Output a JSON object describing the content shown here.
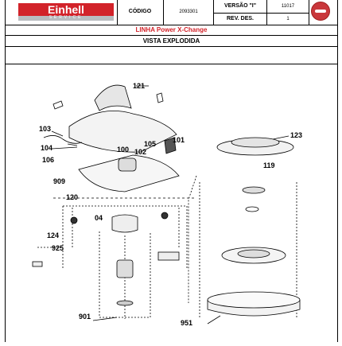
{
  "header": {
    "logo_text": "Einhell",
    "logo_sub": "SERVICE",
    "codigo_label": "CÓDIGO",
    "codigo_value": "2093301",
    "versao_label": "VERSÃO \"I\"",
    "versao_value": "11017",
    "rev_label": "REV. DES.",
    "rev_value": "1"
  },
  "title_line": "LINHA Power X-Change",
  "title_view": "VISTA EXPLODIDA",
  "parts": {
    "p121": "121",
    "p103": "103",
    "p104": "104",
    "p106": "106",
    "p105": "105",
    "p101": "101",
    "p100": "100",
    "p102": "102",
    "p909": "909",
    "p120": "120",
    "p04": "04",
    "p124": "124",
    "p925": "925",
    "p901": "901",
    "p123": "123",
    "p119": "119",
    "p951": "951"
  },
  "colors": {
    "brand_red": "#d2232a",
    "logo_grey": "#b9bcc0"
  }
}
